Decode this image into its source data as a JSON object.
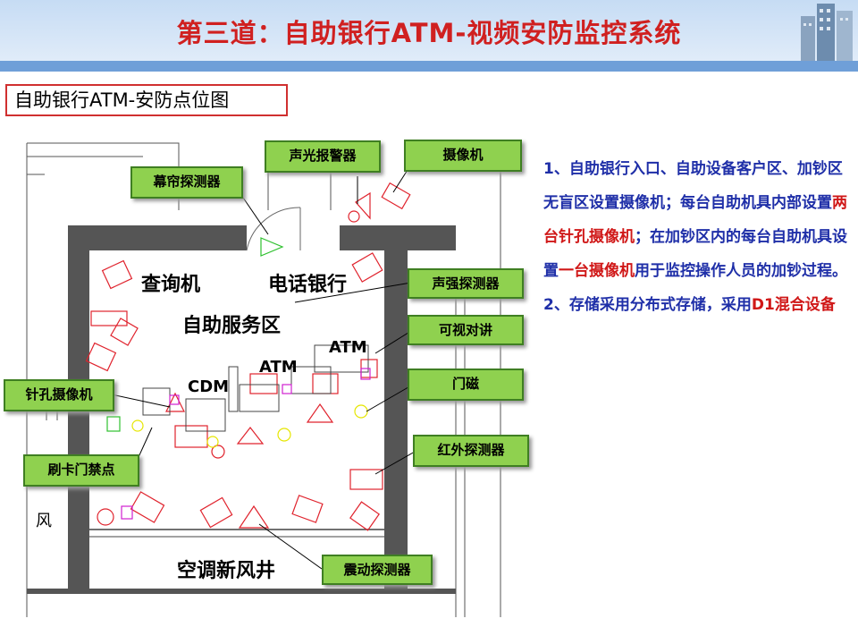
{
  "header": {
    "title": "第三道：自助银行ATM-视频安防监控系统"
  },
  "map_title": "自助银行ATM-安防点位图",
  "room_labels": {
    "inquiry": "查询机",
    "phone_bank": "电话银行",
    "service_area": "自助服务区",
    "cdm": "CDM",
    "atm1": "ATM",
    "atm2": "ATM",
    "air_shaft": "空调新风井",
    "side_text": "风"
  },
  "callouts": {
    "alarm": "声光报警器",
    "camera": "摄像机",
    "curtain": "幕帘探测器",
    "sound": "声强探测器",
    "intercom": "可视对讲",
    "door_magnet": "门磁",
    "pinhole": "针孔摄像机",
    "card": "刷卡门禁点",
    "infrared": "红外探测器",
    "vibration": "震动探测器"
  },
  "description": {
    "p1_a": "1、自助银行入口、自助设备客户区、加钞区无盲区设置摄像机；每台自助机具内部设置",
    "p1_hl1": "两台针孔摄像机",
    "p1_b": "；在加钞区内的每台自助机具设置",
    "p1_hl2": "一台摄像机",
    "p1_c": "用于监控操作人员的加钞过程。",
    "p2_a": "2、存储采用分布式存储，采用",
    "p2_hl": "D1混合设备"
  },
  "colors": {
    "title_red": "#d02020",
    "callout_green": "#8fd14f",
    "text_blue": "#1f2fa8",
    "highlight_red": "#d01818"
  }
}
